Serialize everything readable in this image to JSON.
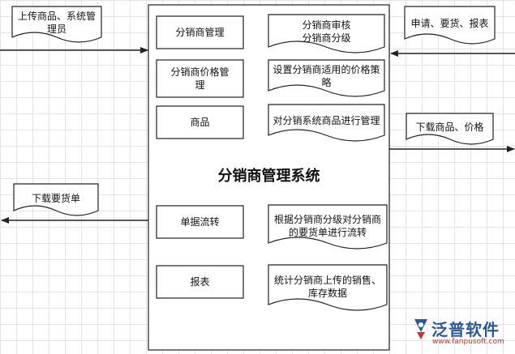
{
  "main": {
    "title": "分销商管理系统"
  },
  "functions": [
    "分销商管理",
    "分销商价格管理",
    "商品",
    "单据流转",
    "报表"
  ],
  "descriptions": [
    "分销商审核\n分销商分级",
    "设置分销商适用的价格策略",
    "对分销系统商品进行管理",
    "根据分销商分级对分销商的要货单进行流转",
    "统计分销商上传的销售、库存数据"
  ],
  "external": {
    "input_left": "上传商品、系统管理员",
    "input_right": "申请、要货、报表",
    "output_right": "下载商品、价格",
    "output_left": "下载要货单"
  },
  "logo": {
    "name": "泛普软件",
    "url": "www.fanpusoft.com"
  },
  "colors": {
    "stroke": "#222222",
    "logo_blue": "#2a5a9c",
    "logo_red": "#c0392b"
  }
}
